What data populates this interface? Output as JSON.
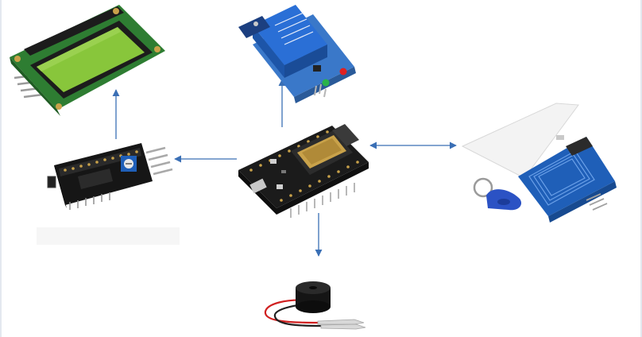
{
  "diagram": {
    "nodes": [
      {
        "id": "esp32",
        "name": "esp32-dev-board",
        "role": "center"
      },
      {
        "id": "relay",
        "name": "relay-module"
      },
      {
        "id": "i2c",
        "name": "i2c-lcd-adapter"
      },
      {
        "id": "lcd",
        "name": "lcd-16x2-display"
      },
      {
        "id": "rfid",
        "name": "rfid-reader-card-tag"
      },
      {
        "id": "buzzer",
        "name": "piezo-buzzer"
      }
    ],
    "edges": [
      {
        "from": "esp32",
        "to": "relay",
        "direction": "forward"
      },
      {
        "from": "esp32",
        "to": "i2c",
        "direction": "forward"
      },
      {
        "from": "i2c",
        "to": "lcd",
        "direction": "forward"
      },
      {
        "from": "esp32",
        "to": "rfid",
        "direction": "both"
      },
      {
        "from": "esp32",
        "to": "buzzer",
        "direction": "forward"
      }
    ],
    "colors": {
      "arrow": "#3a6fb5",
      "board_dark": "#1b1b1b",
      "pcb_blue": "#1f5fb8",
      "lcd_green": "#88c63b",
      "pcb_green": "#2e7d32",
      "pin_gold": "#c9a24a",
      "buzzer_black": "#151515",
      "wire_red": "#d02020",
      "tag_blue": "#2b52c4"
    }
  }
}
